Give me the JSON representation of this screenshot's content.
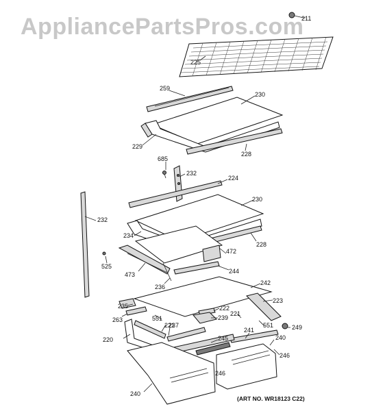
{
  "watermark": "AppliancePartsPros.com",
  "art_number": "(ART NO. WR18123 C22)",
  "callouts": [
    "211",
    "225",
    "259",
    "230",
    "229",
    "228",
    "685",
    "232",
    "224",
    "230",
    "232",
    "234",
    "228",
    "472",
    "525",
    "473",
    "244",
    "236",
    "242",
    "235",
    "222",
    "223",
    "263",
    "551",
    "221",
    "239",
    "221",
    "551",
    "249",
    "237",
    "241",
    "240",
    "220",
    "245",
    "246",
    "246",
    "240"
  ]
}
